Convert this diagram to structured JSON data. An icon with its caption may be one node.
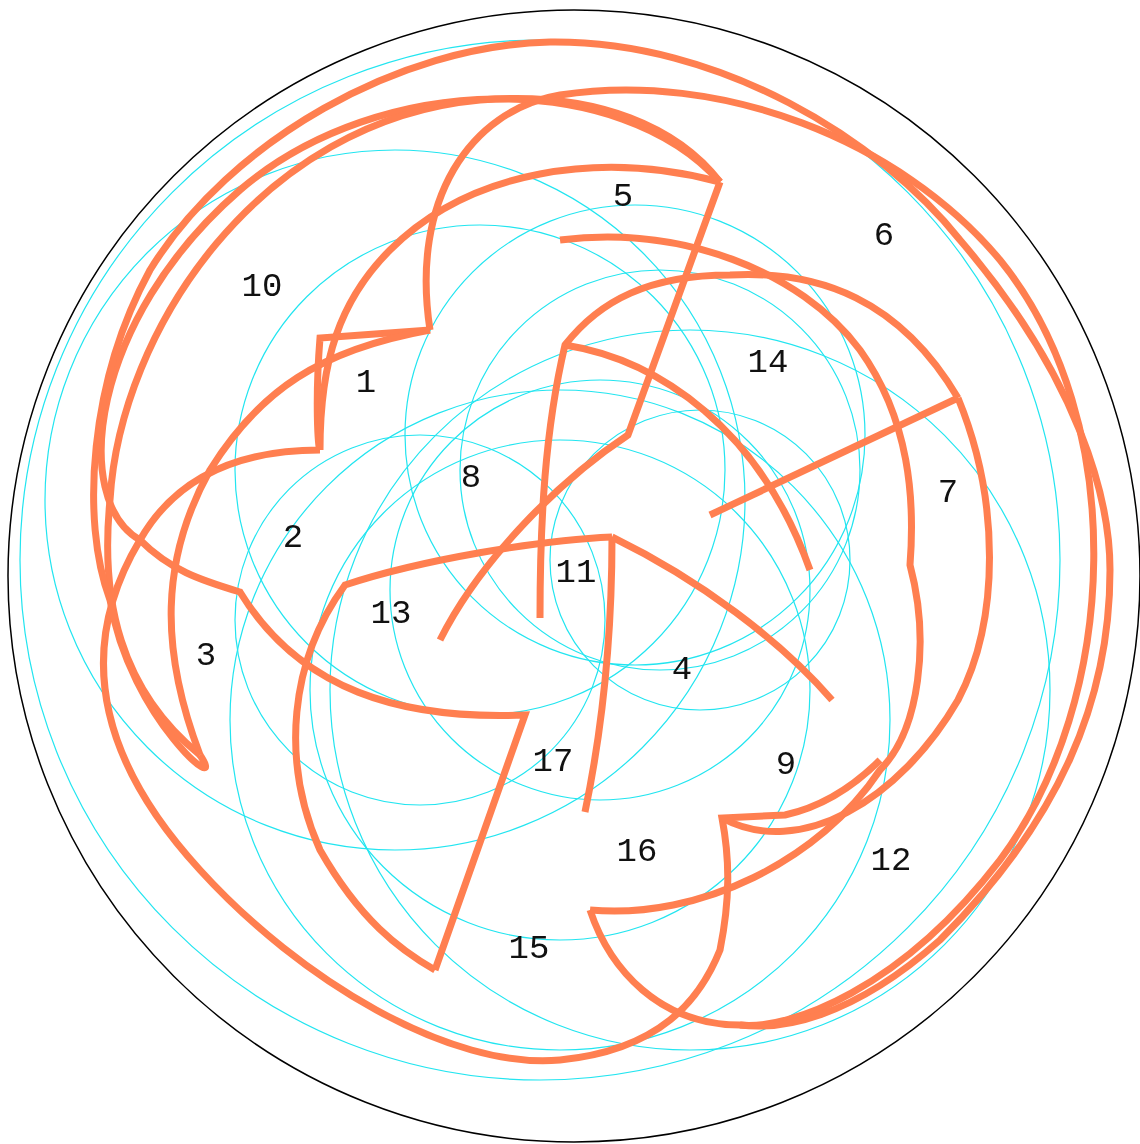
{
  "diagram": {
    "labels": [
      "5",
      "6",
      "10",
      "14",
      "1",
      "8",
      "7",
      "2",
      "11",
      "13",
      "3",
      "4",
      "17",
      "9",
      "16",
      "12",
      "15"
    ]
  }
}
